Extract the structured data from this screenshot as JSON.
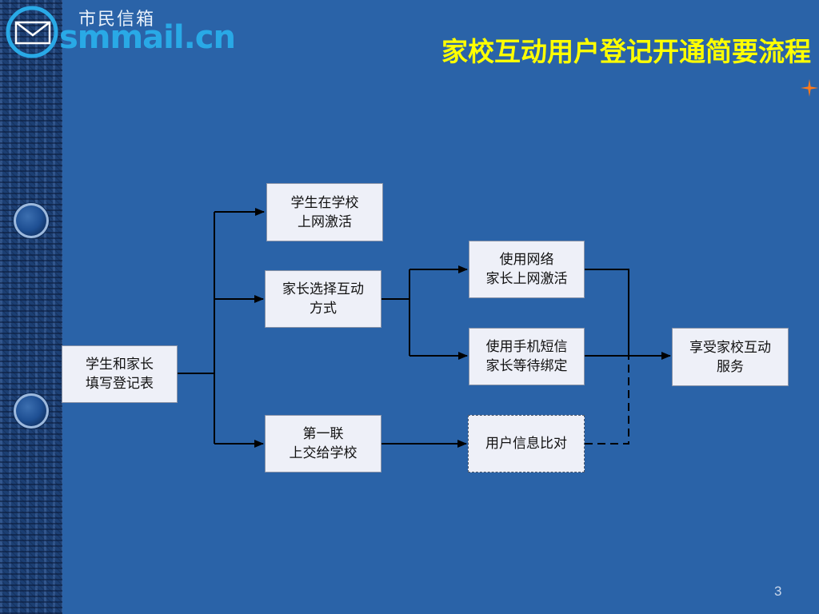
{
  "logo": {
    "cn": "市民信箱",
    "en": "smmail.cn"
  },
  "title": "家校互动用户登记开通简要流程",
  "page_number": "3",
  "colors": {
    "background": "#2a63a8",
    "title": "#ffff00",
    "box_fill": "#eef0f8",
    "line": "#000000",
    "logo_blue": "#29a9e6",
    "sparkle": "#ff7a1a"
  },
  "nodes": {
    "register": {
      "line1": "学生和家长",
      "line2": "填写登记表"
    },
    "student": {
      "line1": "学生在学校",
      "line2": "上网激活"
    },
    "parent": {
      "line1": "家长选择互动",
      "line2": "方式"
    },
    "first": {
      "line1": "第一联",
      "line2": "上交给学校"
    },
    "web": {
      "line1": "使用网络",
      "line2": "家长上网激活"
    },
    "sms": {
      "line1": "使用手机短信",
      "line2": "家长等待绑定"
    },
    "compare": {
      "line1": "用户信息比对"
    },
    "service": {
      "line1": "享受家校互动",
      "line2": "服务"
    }
  }
}
